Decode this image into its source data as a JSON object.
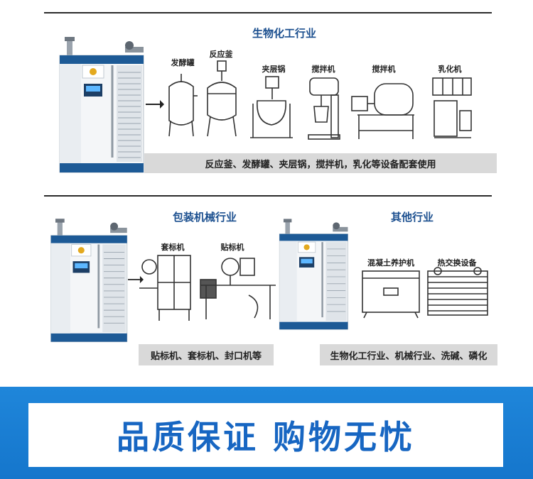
{
  "sections": {
    "bio": {
      "title": "生物化工行业",
      "equipment": [
        "发酵罐",
        "反应釜",
        "夹层锅",
        "搅拌机",
        "搅拌机",
        "乳化机"
      ],
      "caption": "反应釜、发酵罐、夹层锅，搅拌机，乳化等设备配套使用"
    },
    "packaging": {
      "title": "包装机械行业",
      "equipment": [
        "套标机",
        "贴标机"
      ],
      "caption": "贴标机、套标机、封口机等"
    },
    "other": {
      "title": "其他行业",
      "equipment": [
        "混凝土养护机",
        "热交换设备"
      ],
      "caption": "生物化工行业、机械行业、洗碱、磷化"
    }
  },
  "banner": {
    "slogan": "品质保证 购物无忧"
  },
  "colors": {
    "brand_blue": "#1b4f8f",
    "banner_blue": "#1a7fd6",
    "slogan_blue": "#1766c2",
    "caption_gray": "#d9d9d9"
  }
}
